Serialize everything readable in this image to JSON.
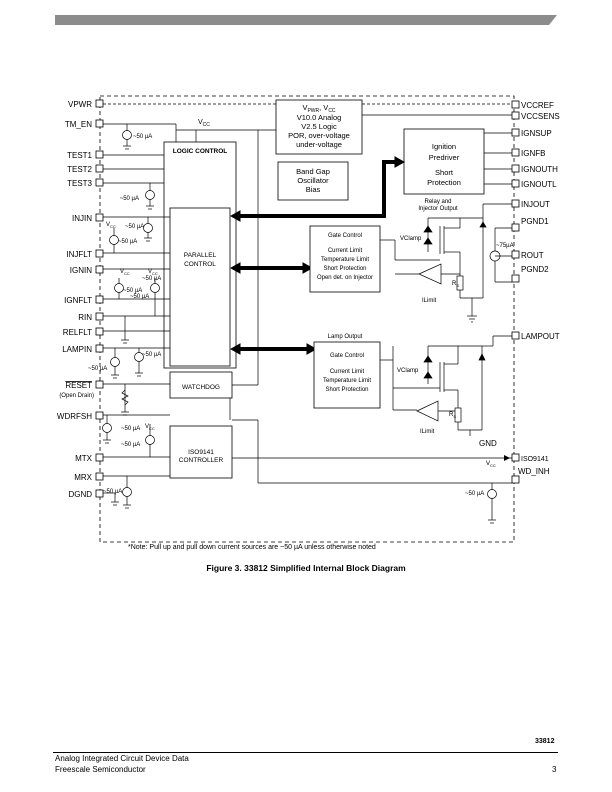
{
  "header": {
    "bar_color": "#8c8c8c"
  },
  "diagram": {
    "left_pins": [
      "VPWR",
      "TM_EN",
      "TEST1",
      "TEST2",
      "TEST3",
      "INJIN",
      "INJFLT",
      "IGNIN",
      "IGNFLT",
      "RIN",
      "RELFLT",
      "LAMPIN",
      "RESET",
      "(Open Drain)",
      "WDRFSH",
      "MTX",
      "MRX",
      "DGND"
    ],
    "right_pins": [
      "VCCREF",
      "VCCSENS",
      "IGNSUP",
      "IGNFB",
      "IGNOUTH",
      "IGNOUTL",
      "INJOUT",
      "PGND1",
      "ROUT",
      "PGND2",
      "LAMPOUT",
      "ISO9141",
      "WD_INH"
    ],
    "power_block": {
      "line1_main": "V",
      "line1_sub1": "PWR",
      "line1_mid": ", V",
      "line1_sub2": "CC",
      "lines": [
        "V10.0 Analog",
        "V2.5 Logic",
        "POR, over-voltage",
        "under-voltage"
      ]
    },
    "bandgap_block": [
      "Band Gap",
      "Oscillator",
      "Bias"
    ],
    "ignition_block": [
      "Ignition",
      "Predriver",
      "Short",
      "Protection"
    ],
    "logic_control": "LOGIC CONTROL",
    "parallel_control": [
      "PARALLEL",
      "CONTROL"
    ],
    "watchdog": "WATCHDOG",
    "iso_controller": [
      "ISO9141",
      "CONTROLLER"
    ],
    "relay_label": [
      "Relay and",
      "Injector Output"
    ],
    "gate1": [
      "Gate Control",
      "Current Limit",
      "Temperature Limit",
      "Short Protection",
      "Open det. on Injector"
    ],
    "lamp_output_label": "Lamp Output",
    "gate2": [
      "Gate Control",
      "Current Limit",
      "Temperature Limit",
      "Short Protection"
    ],
    "current_sources": [
      "~50 µA",
      "~50 µA",
      "~50 µA",
      "~50 µA",
      "~50 µA",
      "~50 µA",
      "~50 µA",
      "~50 µA",
      "~50 µA",
      "~50 µA",
      "~50 µA",
      "~50 µA",
      "~50 µA",
      "~75µA"
    ],
    "vcc_labels": [
      "V",
      "CC",
      "V",
      "CC",
      "V",
      "CC",
      "V",
      "CC",
      "V",
      "CC",
      "V",
      "CC"
    ],
    "vclamp": [
      "VClamp",
      "VClamp"
    ],
    "ilimit": [
      "ILimit",
      "ILimit"
    ],
    "rs_labels": [
      "R",
      "S",
      "R",
      "S"
    ],
    "gnd_label": "GND"
  },
  "note": "*Note: Pull up and pull down current sources are ~50 µA unless otherwise noted",
  "caption": "Figure 3. 33812 Simplified Internal Block Diagram",
  "footer": {
    "part_number": "33812",
    "line1": "Analog Integrated Circuit Device Data",
    "line2": "Freescale Semiconductor",
    "page_number": "3"
  }
}
